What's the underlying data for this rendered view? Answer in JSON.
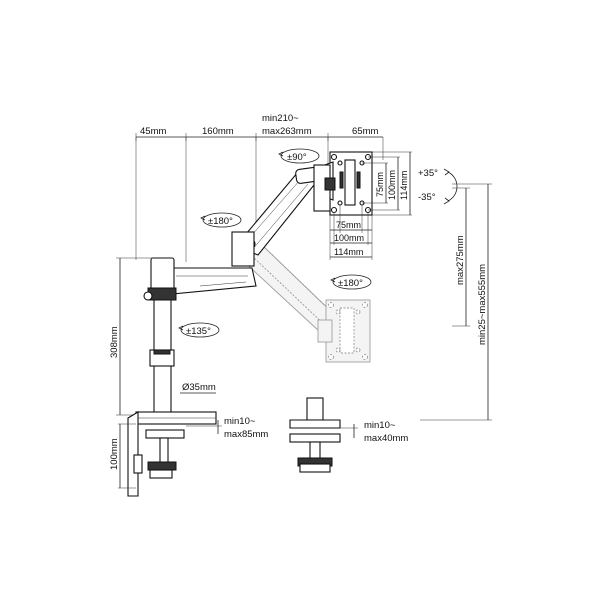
{
  "dimensions": {
    "top_45": "45mm",
    "top_160": "160mm",
    "top_min_line1": "min210~",
    "top_min_line2": "max263mm",
    "top_65": "65mm",
    "vesa_75_v": "75mm",
    "vesa_100_v": "100mm",
    "vesa_114_v": "114mm",
    "vesa_75_h": "75mm",
    "vesa_100_h": "100mm",
    "vesa_114_h": "114mm",
    "height_308": "308mm",
    "pole_dia": "Ø35mm",
    "clamp_line1": "min10~",
    "clamp_line2": "max85mm",
    "clamp_height": "100mm",
    "grommet_line1": "min10~",
    "grommet_line2": "max40mm",
    "max275": "max275mm",
    "range25_555": "min25~max555mm"
  },
  "rotations": {
    "rot_90": "±90°",
    "rot_180_arm": "±180°",
    "rot_180_ghost": "±180°",
    "rot_135": "±135°",
    "tilt_up": "+35°",
    "tilt_down": "-35°"
  }
}
